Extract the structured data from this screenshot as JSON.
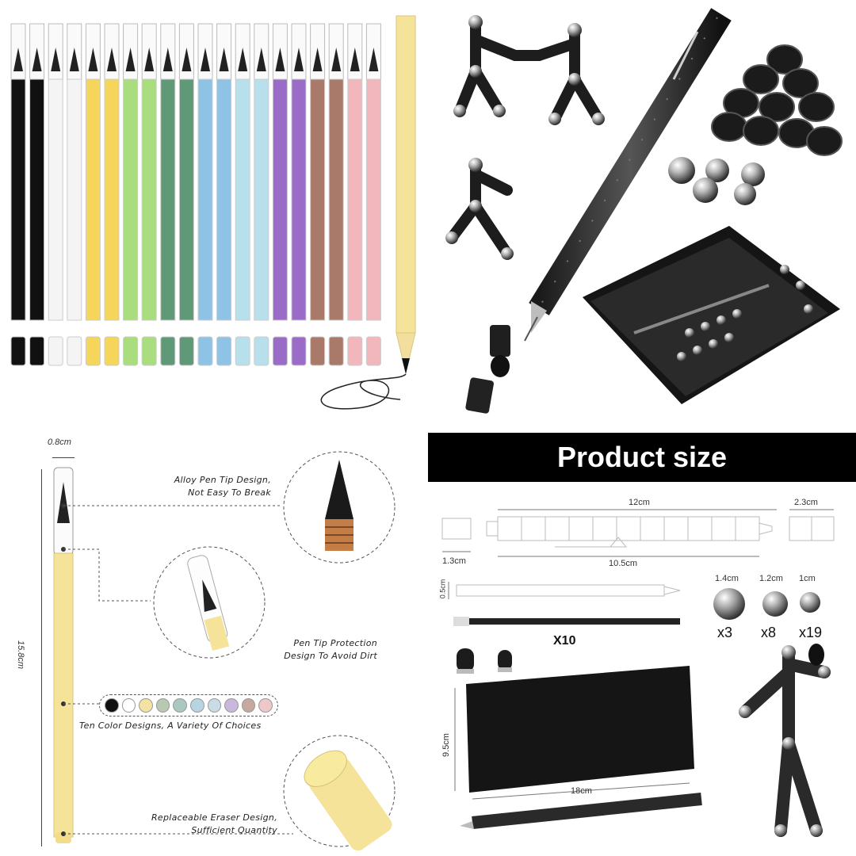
{
  "pencil_set": {
    "colors": [
      "#111111",
      "#111111",
      "#f4f4f4",
      "#f4f4f4",
      "#f5d55a",
      "#f5d55a",
      "#a9dd7e",
      "#a9dd7e",
      "#5f9978",
      "#5f9978",
      "#8ec3e6",
      "#8ec3e6",
      "#b8e0ec",
      "#b8e0ec",
      "#9a6cc8",
      "#9a6cc8",
      "#a97a6a",
      "#a97a6a",
      "#f2b6bd",
      "#f2b6bd"
    ],
    "featured_color": "#f6e39a"
  },
  "pencil_detail": {
    "width_label": "0.8cm",
    "length_label": "15.8cm",
    "callouts": {
      "tip": [
        "Alloy Pen Tip Design,",
        "Not Easy To Break"
      ],
      "protection": [
        "Pen Tip Protection",
        "Design To Avoid Dirt"
      ],
      "colors": "Ten Color Designs, A Variety Of Choices",
      "eraser": [
        "Replaceable Eraser Design,",
        "Sufficient Quantity"
      ]
    },
    "swatches": [
      "#111111",
      "#ffffff",
      "#f3e2a2",
      "#b9c8b0",
      "#a8c8c0",
      "#b7d4e2",
      "#c9dbe6",
      "#c9b8dc",
      "#c6a8a0",
      "#ecc8c8"
    ]
  },
  "product_size": {
    "title": "Product size",
    "pen_length": "12cm",
    "cap_length": "2.3cm",
    "end_cap": "1.3cm",
    "inner_length": "10.5cm",
    "refill_diameter": "0.5cm",
    "refill_qty": "X10",
    "balls": [
      {
        "size": "1.4cm",
        "qty": "x3"
      },
      {
        "size": "1.2cm",
        "qty": "x8"
      },
      {
        "size": "1cm",
        "qty": "x19"
      }
    ],
    "box_height": "9.5cm",
    "box_length": "18cm"
  }
}
